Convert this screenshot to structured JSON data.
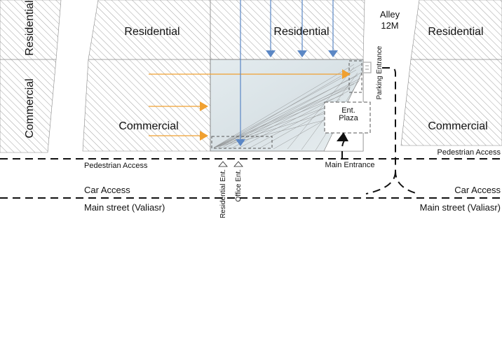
{
  "blocks": {
    "residential": "Residential",
    "commercial": "Commercial"
  },
  "alley": {
    "line1": "Alley",
    "line2": "12M"
  },
  "site": {
    "ent_plaza_line1": "Ent.",
    "ent_plaza_line2": "Plaza"
  },
  "labels": {
    "pedestrian_access": "Pedestrian Access",
    "car_access": "Car Access",
    "main_street": "Main street (Valiasr)",
    "main_entrance": "Main Entrance",
    "parking_entrance": "Parking Entrance",
    "residential_ent": "Residential Ent.",
    "office_ent": "Office Ent."
  },
  "colors": {
    "hatch": "#8a8a8a",
    "site_fill": "#dfe6ea",
    "orange_arrow": "#f0a030",
    "blue_arrow": "#5b87c5",
    "dash": "#111111"
  }
}
